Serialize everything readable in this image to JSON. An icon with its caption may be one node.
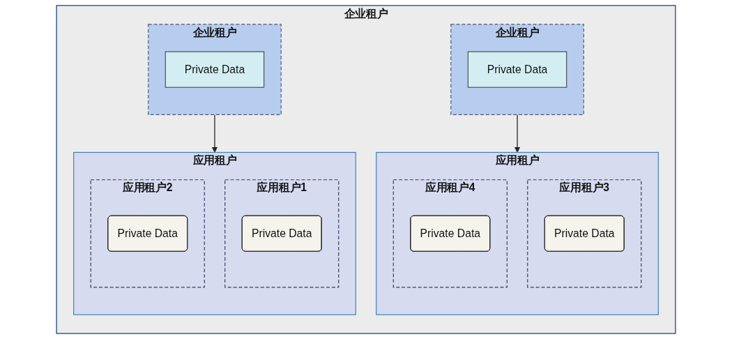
{
  "diagram": {
    "nodes": [
      {
        "text": [
          "企业租户"
        ]
      },
      {
        "text": [
          "企业租户"
        ],
        "in": 0
      },
      {
        "text": [
          "Private Data"
        ],
        "in": 1
      },
      {
        "text": [
          "企业租户"
        ],
        "in": 0
      },
      {
        "text": [
          "Private Data"
        ],
        "in": 3
      },
      {
        "text": [
          "应用租户"
        ],
        "in": 0
      },
      {
        "text": [
          "应用租户1"
        ],
        "in": 5
      },
      {
        "text": [
          "Private Data"
        ],
        "in": 6
      },
      {
        "text": [
          "应用租户2"
        ],
        "in": 5
      },
      {
        "text": [
          "Private Data"
        ],
        "in": 8
      },
      {
        "text": [
          "应用租户"
        ],
        "in": 0
      },
      {
        "text": [
          "应用租户3"
        ],
        "in": 10
      },
      {
        "text": [
          "Private Data"
        ],
        "in": 11
      },
      {
        "text": [
          "应用租户4"
        ],
        "in": 10
      },
      {
        "text": [
          "Private Data"
        ],
        "in": 13
      }
    ],
    "edges": [
      {
        "from": 1,
        "to": 5,
        "arrow": "to"
      },
      {
        "from": 3,
        "to": 10,
        "arrow": "to"
      }
    ]
  }
}
